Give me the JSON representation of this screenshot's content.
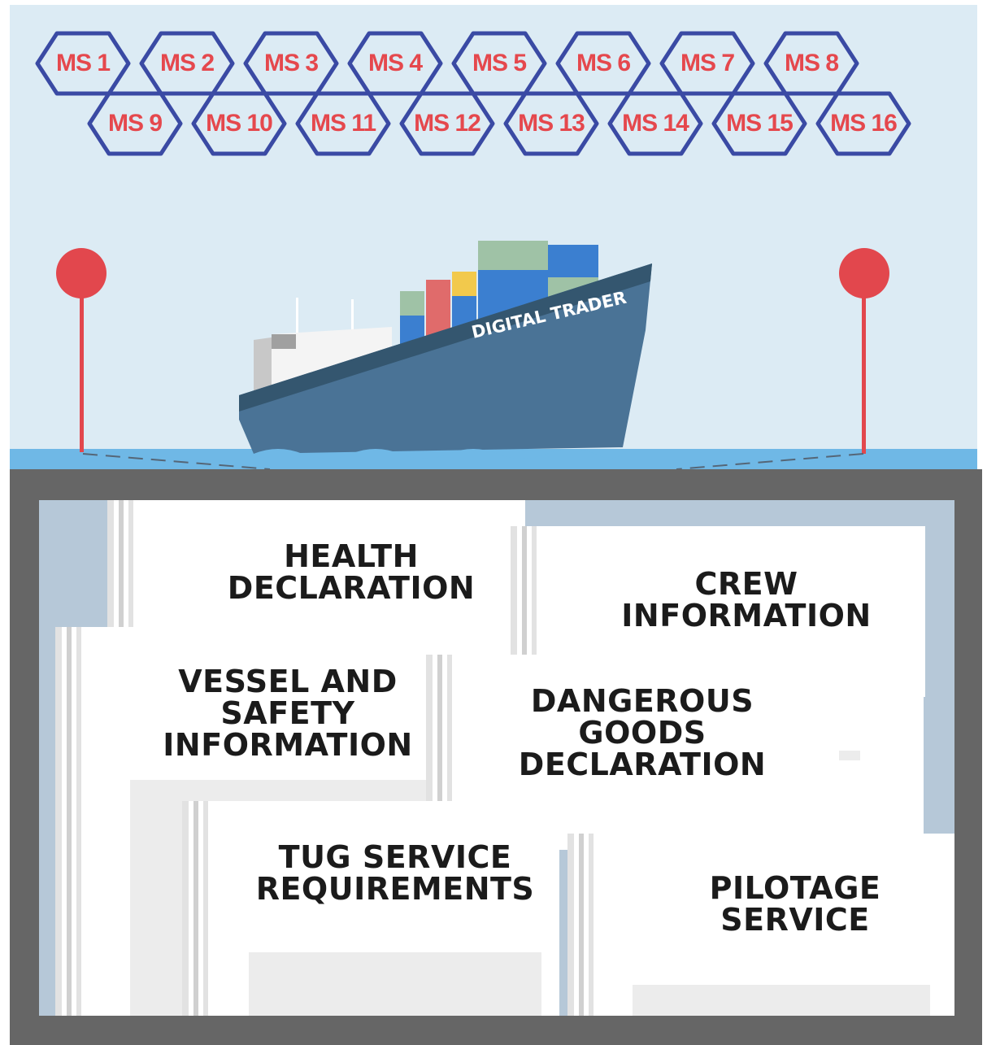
{
  "member_states": [
    "MS 1",
    "MS 2",
    "MS 3",
    "MS 4",
    "MS 5",
    "MS 6",
    "MS 7",
    "MS 8",
    "MS 9",
    "MS 10",
    "MS 11",
    "MS 12",
    "MS 13",
    "MS 14",
    "MS 15",
    "MS 16"
  ],
  "ship": {
    "name": "DIGITAL TRADER"
  },
  "documents": [
    {
      "id": "health",
      "title": "HEALTH\nDECLARATION"
    },
    {
      "id": "crew",
      "title": "CREW\nINFORMATION"
    },
    {
      "id": "vessel",
      "title": "VESSEL AND\nSAFETY\nINFORMATION"
    },
    {
      "id": "dangerous",
      "title": "DANGEROUS\nGOODS\nDECLARATION"
    },
    {
      "id": "tug",
      "title": "TUG SERVICE\nREQUIREMENTS"
    },
    {
      "id": "pilotage",
      "title": "PILOTAGE\nSERVICE"
    }
  ],
  "colors": {
    "sky": "#dcebf4",
    "hex_outline": "#3a4aa4",
    "hex_text": "#e5484d",
    "buoy": "#e2474d",
    "hull": "#4a7396",
    "sea": "#6fb8e6",
    "frame": "#666666"
  }
}
